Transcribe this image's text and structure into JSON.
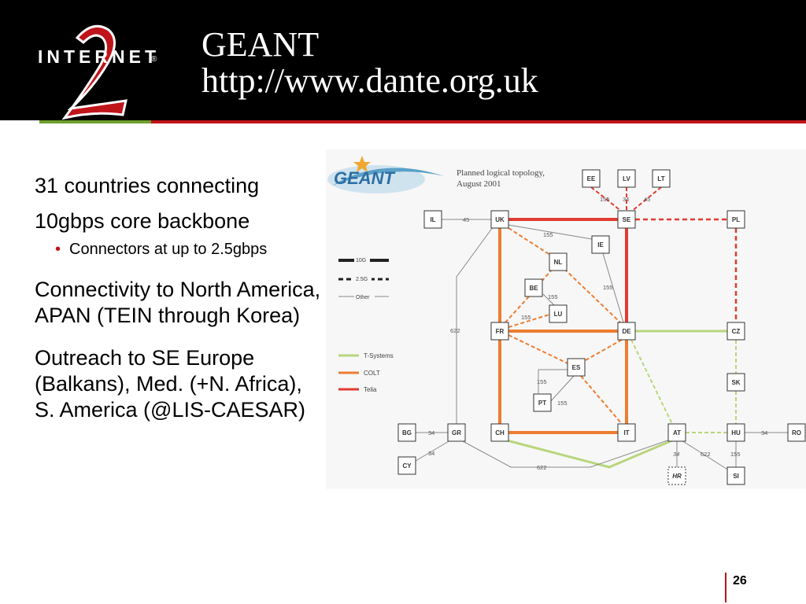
{
  "header": {
    "logo_text": "INTERNET",
    "title_line1": "GEANT",
    "title_line2": "http://www.dante.org.uk"
  },
  "bullets": {
    "b1": "31 countries connecting",
    "b2": "10gbps core backbone",
    "b2_sub": "Connectors at up to 2.5gbps",
    "b3": "Connectivity to North America, APAN (TEIN through Korea)",
    "b4": "Outreach to SE Europe (Balkans), Med. (+N. Africa), S. America (@LIS-CAESAR)"
  },
  "map": {
    "logo": "GEANT",
    "caption_line1": "Planned logical topology,",
    "caption_line2": "August 2001",
    "legend": {
      "tenG": "10G",
      "twoG": "2.5G",
      "other": "Other",
      "t_systems": "T-Systems",
      "colt": "COLT",
      "telia": "Telia"
    },
    "colors": {
      "t_systems": "#b8d67c",
      "colt": "#ee7d31",
      "telia": "#e03c31",
      "other": "#888888"
    },
    "nodes": {
      "EE": "EE",
      "LV": "LV",
      "LT": "LT",
      "IL": "IL",
      "UK": "UK",
      "SE": "SE",
      "PL": "PL",
      "IE": "IE",
      "NL": "NL",
      "BE": "BE",
      "LU": "LU",
      "FR": "FR",
      "DE": "DE",
      "CZ": "CZ",
      "ES": "ES",
      "SK": "SK",
      "PT": "PT",
      "BG": "BG",
      "GR": "GR",
      "CH": "CH",
      "IT": "IT",
      "AT": "AT",
      "HU": "HU",
      "RO": "RO",
      "CY": "CY",
      "HR": "HR",
      "SI": "SI"
    },
    "link_labels": {
      "ee_se": "155",
      "lv_se": "34",
      "lt_se": "45",
      "il_uk": "45",
      "uk_ie": "155",
      "ie_de": "155",
      "be_lu": "155",
      "fr_be": "155",
      "uk_gr": "622",
      "es_pt_a": "155",
      "es_pt_b": "155",
      "bg_gr": "34",
      "gr_cy": "34",
      "gr_at": "622",
      "at_hr": "34",
      "at_si": "622",
      "hu_si": "155",
      "hu_ro": "34"
    }
  },
  "footer": {
    "page_number": "26"
  }
}
